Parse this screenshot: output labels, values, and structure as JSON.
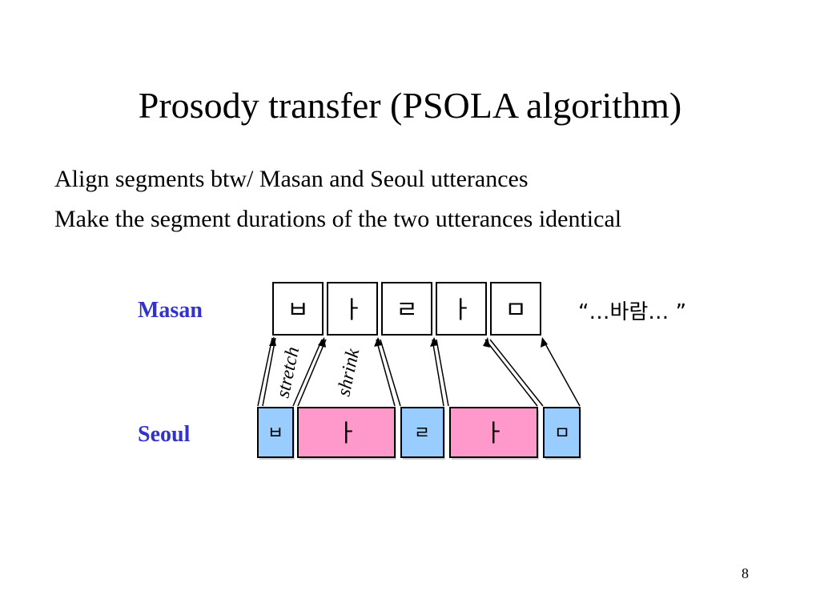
{
  "title": "Prosody transfer (PSOLA algorithm)",
  "bullets": [
    "Align segments btw/ Masan and Seoul utterances",
    "Make the segment durations of the two utterances identical"
  ],
  "diagram": {
    "masan_label": "Masan",
    "seoul_label": "Seoul",
    "quote": "“…바람… ”",
    "masan_segments": [
      "ㅂ",
      "ㅏ",
      "ㄹ",
      "ㅏ",
      "ㅁ"
    ],
    "seoul_segments": [
      "ㅂ",
      "ㅏ",
      "ㄹ",
      "ㅏ",
      "ㅁ"
    ],
    "stretch_label": "stretch",
    "shrink_label": "shrink",
    "colors": {
      "label_blue": "#3333cc",
      "seg_blue": "#99ccff",
      "seg_pink": "#ff99cc"
    }
  },
  "page_number": "8"
}
